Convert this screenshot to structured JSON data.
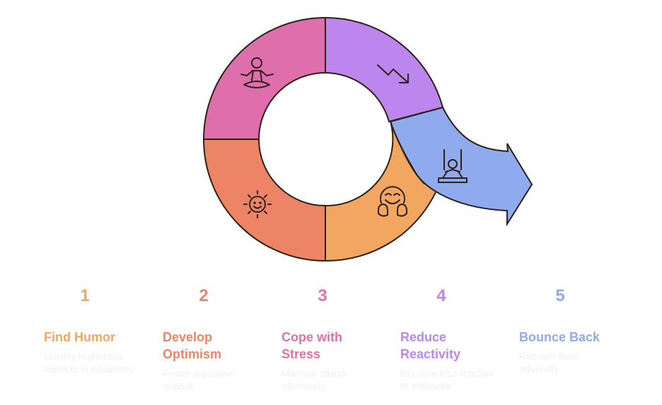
{
  "colors": {
    "find_humor": "#f2a65f",
    "develop_optimism": "#ee8466",
    "cope_with_stress": "#df6fac",
    "reduce_reactivity": "#bd86ee",
    "bounce_back": "#90aaee",
    "outline": "#2b2118"
  },
  "icons": {
    "cope_with_stress": "meditation-icon",
    "reduce_reactivity": "trend-down-icon",
    "bounce_back": "swing-icon",
    "develop_optimism": "sun-icon",
    "find_humor": "laughing-face-icon"
  },
  "steps": [
    {
      "number": "1",
      "title": "Find Humor",
      "description": "Identify humorous aspects in situations"
    },
    {
      "number": "2",
      "title": "Develop Optimism",
      "description": "Foster a positive outlook"
    },
    {
      "number": "3",
      "title": "Cope with Stress",
      "description": "Manage stress effectively"
    },
    {
      "number": "4",
      "title": "Reduce Reactivity",
      "description": "Become less reactive to setbacks"
    },
    {
      "number": "5",
      "title": "Bounce Back",
      "description": "Recover from adversity"
    }
  ]
}
